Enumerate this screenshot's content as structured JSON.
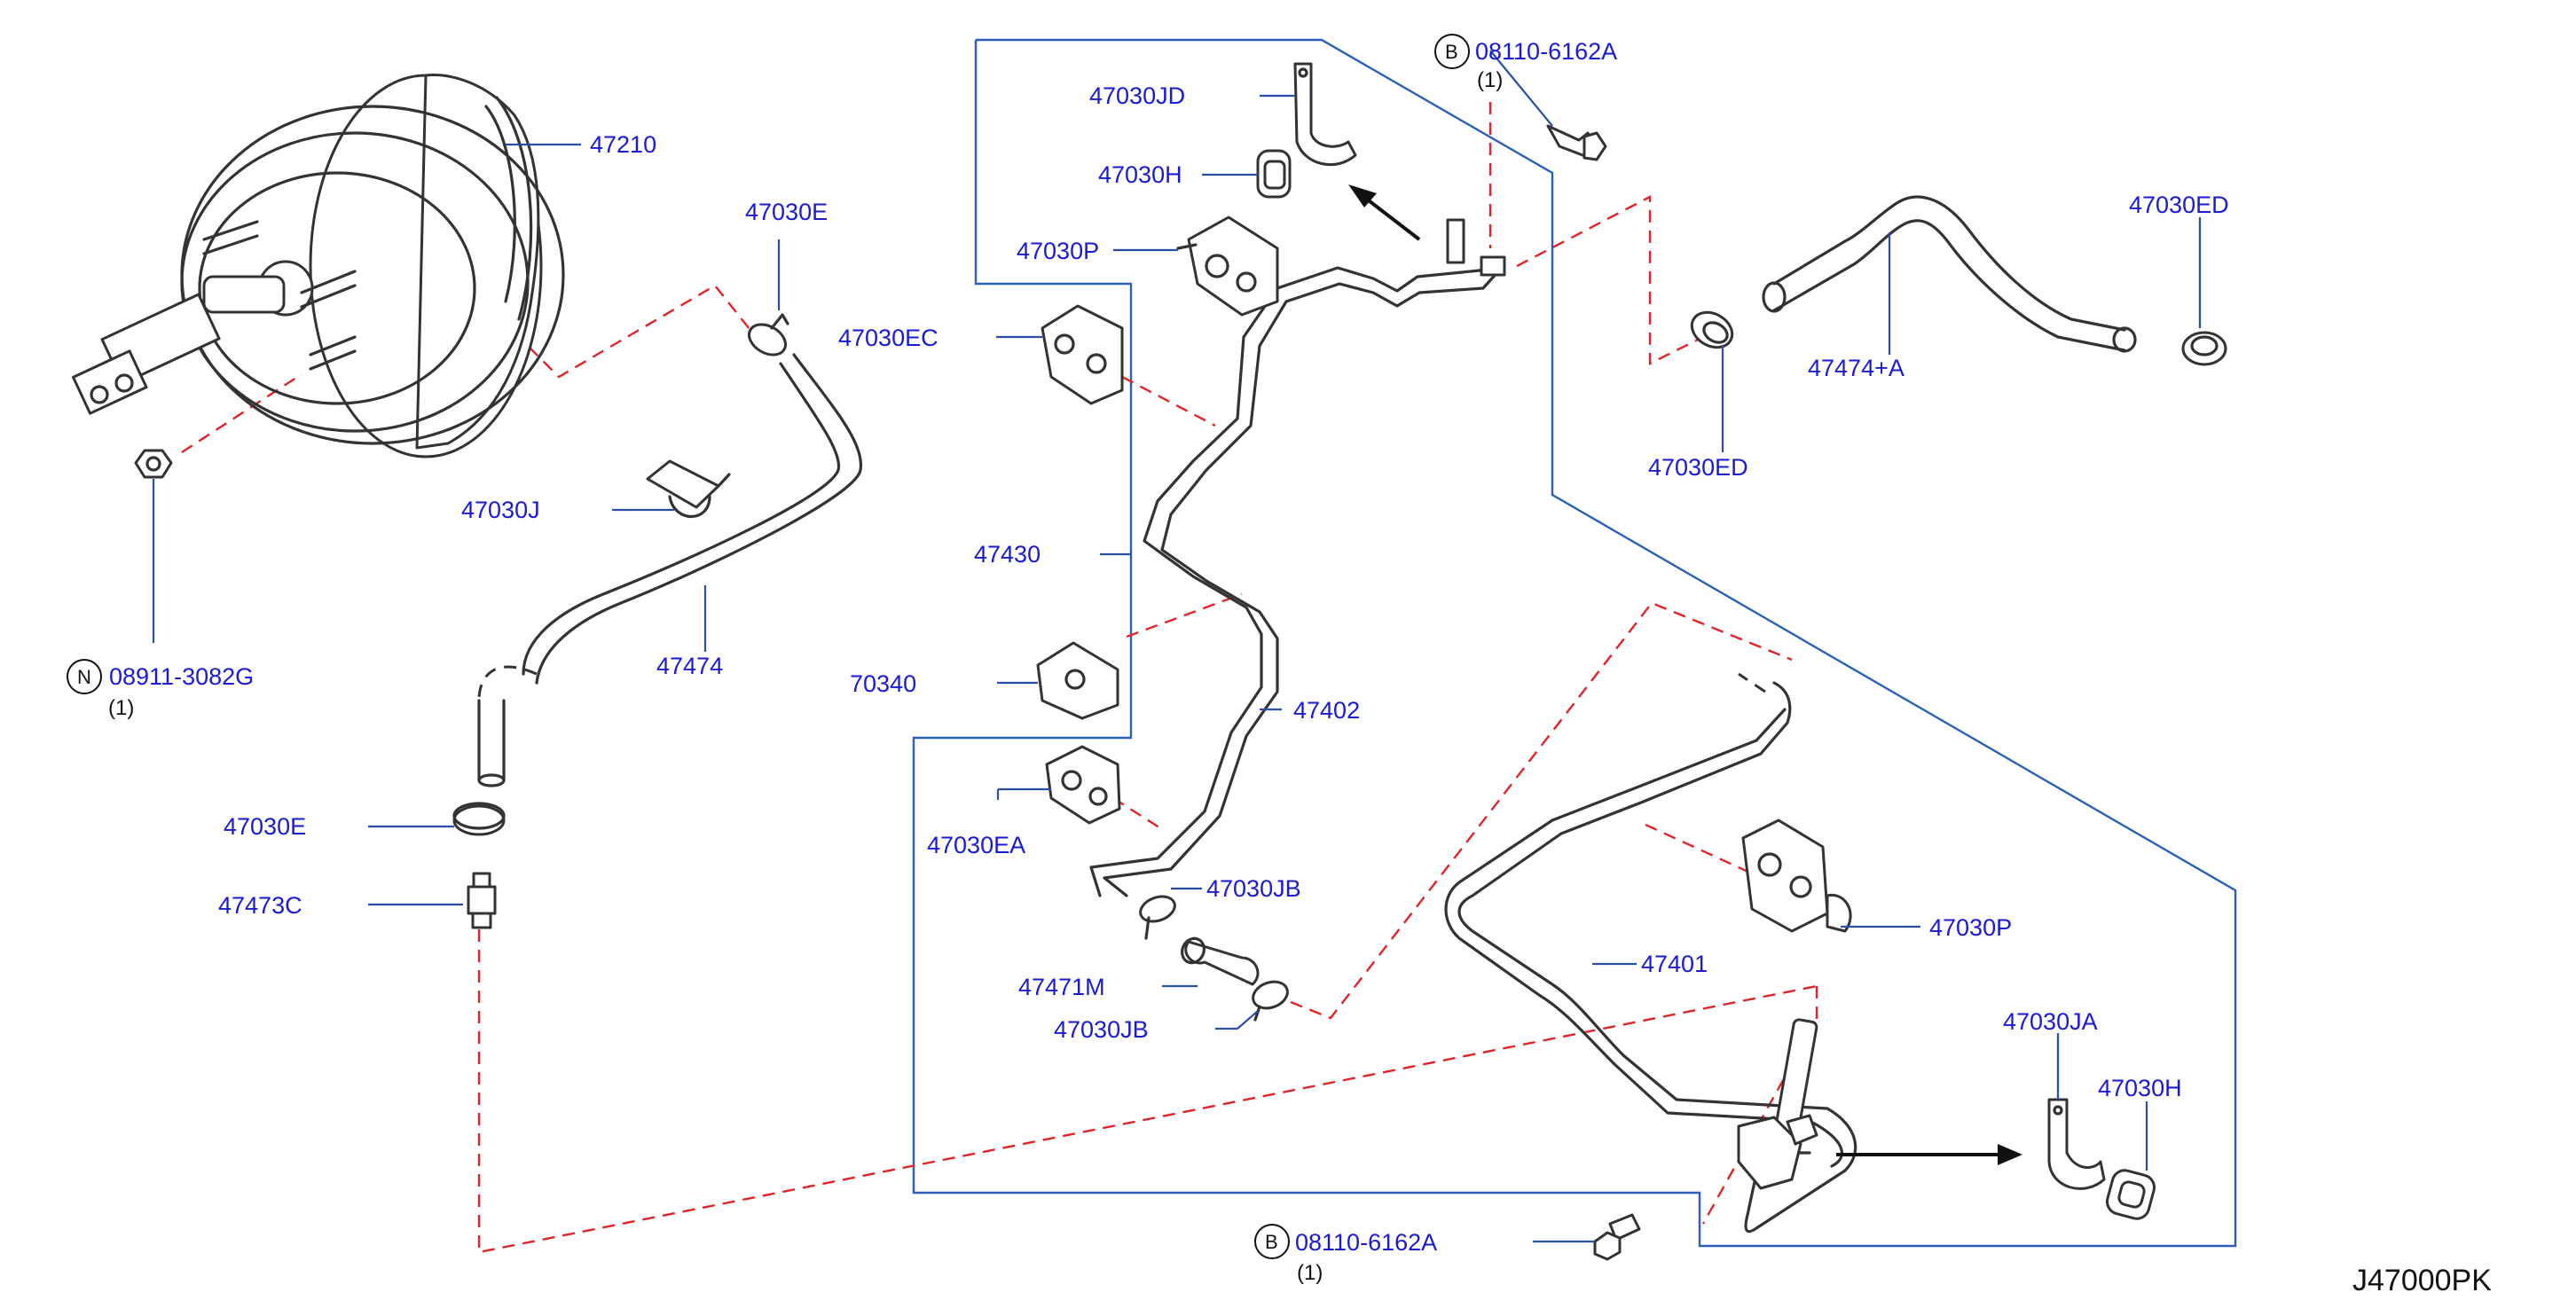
{
  "callouts": {
    "booster": "47210",
    "clamp_e_top": "47030E",
    "clamp_e_bottom": "47030E",
    "clamp_j": "47030J",
    "hose_lower": "47474",
    "check_valve": "47473C",
    "nut_note": "08911-3082G",
    "clamp_jd": "47030JD",
    "clamp_h_top": "47030H",
    "clamp_p_top": "47030P",
    "clamp_ec": "47030EC",
    "tube_47430": "47430",
    "clip_703": "70340",
    "tube_47402": "47402",
    "clamp_ea": "47030EA",
    "clamp_jb_top": "47030JB",
    "hose_471m": "47471M",
    "clamp_jb_bottom": "47030JB",
    "bolt_top": "08110-6162A",
    "clamp_ed_right": "47030ED",
    "hose_474a": "47474+A",
    "clamp_ed_left": "47030ED",
    "tube_47401": "47401",
    "clamp_p_right": "47030P",
    "clamp_ja": "47030JA",
    "clamp_h_right": "47030H",
    "bolt_bottom": "08110-6162A"
  },
  "quantities": {
    "nut": "(1)",
    "bolt_top": "(1)",
    "bolt_bottom": "(1)"
  },
  "markers": {
    "nut": "N",
    "bolt_top": "B",
    "bolt_bottom": "B"
  },
  "diagram_code": "J47000PK",
  "colors": {
    "callout_text": "#1a1ad6",
    "leader_line": "#2b4ea8",
    "assembly_frame": "#2b5fb8",
    "phantom_line": "#e0242a",
    "part_outline": "#333333"
  }
}
